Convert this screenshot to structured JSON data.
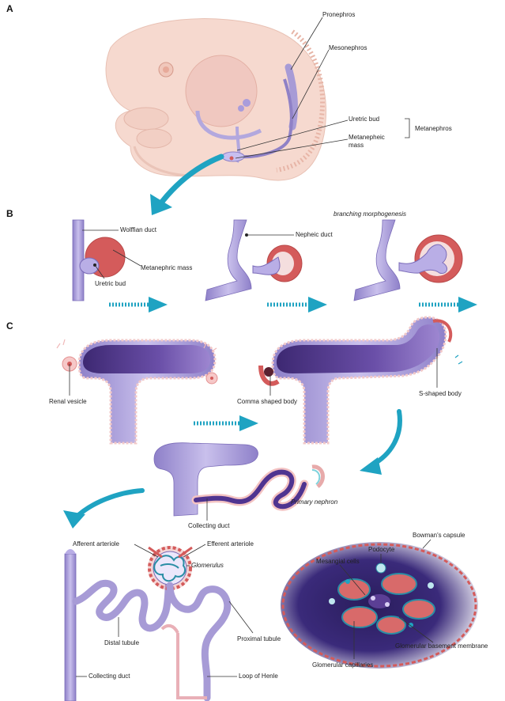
{
  "panels": {
    "a": "A",
    "b": "B",
    "c": "C"
  },
  "panel_a": {
    "pronephros": "Pronephros",
    "mesonephros": "Mesonephros",
    "ureteric_bud": "Uretric bud",
    "metanephric_mass_line1": "Metanepheic",
    "metanephric_mass_line2": "mass",
    "metanephros": "Metanephros"
  },
  "panel_b": {
    "wolffian_duct": "Wolffian duct",
    "metanephric_mass": "Metanephric mass",
    "ureteric_bud": "Uretric bud",
    "nephric_duct": "Nepheic duct",
    "branching": "branching morphogenesis"
  },
  "panel_c": {
    "renal_vesicle": "Renal vesicle",
    "comma_body": "Comma shaped body",
    "s_body": "S-shaped body",
    "primary_nephron": "Primary nephron",
    "collecting_duct": "Collecting duct"
  },
  "nephron": {
    "afferent": "Afferent arteriole",
    "efferent": "Efferent arteriole",
    "glomerulus": "Glomerulus",
    "distal_tubule": "Distal tubule",
    "proximal_tubule": "Proximal tubule",
    "collecting_duct": "Collecting duct",
    "loop_of_henle": "Loop of Henle"
  },
  "glomerulus_detail": {
    "podocyte": "Podocyte",
    "bowmans_capsule": "Bowman's capsule",
    "mesangial_cells": "Mesangial cells",
    "glomerular_capillaries": "Glomerular capillaries",
    "gbm": "Glomerular basement membrane"
  },
  "colors": {
    "duct_purple": "#a79bd6",
    "duct_dark": "#5b3f95",
    "mesenchyme_red": "#d45b5b",
    "embryo_pink": "#f6d9cf",
    "arrow_teal": "#1fa3c2"
  }
}
